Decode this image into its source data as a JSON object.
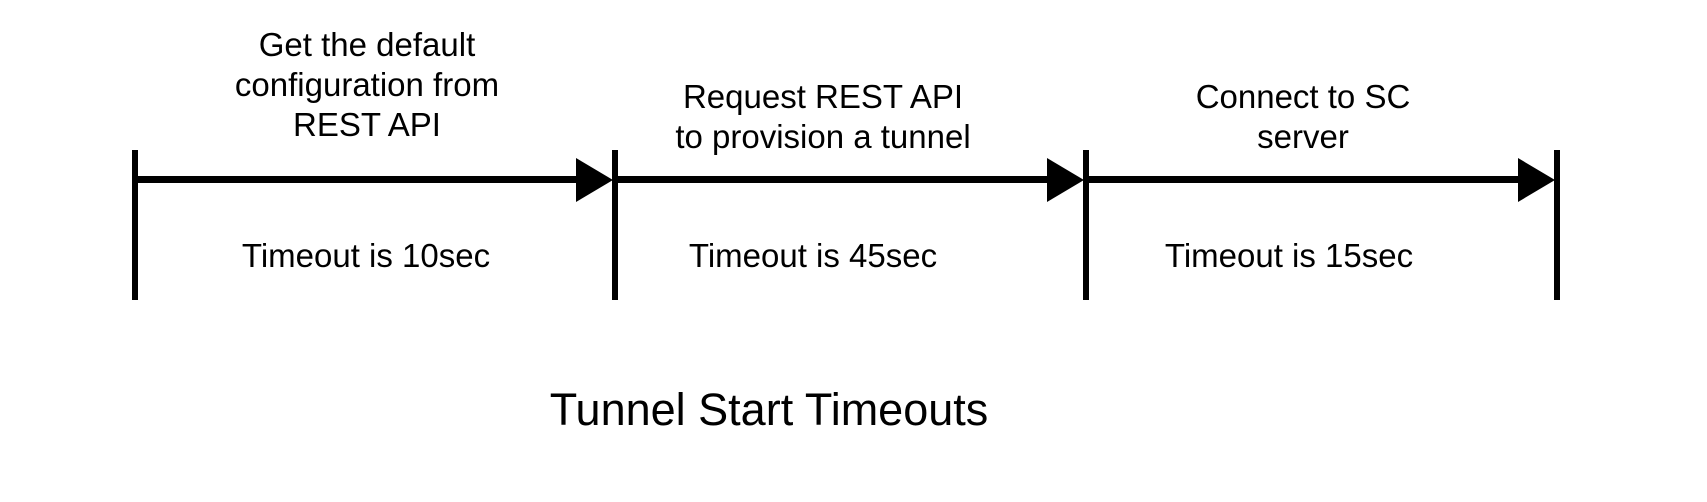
{
  "diagram": {
    "title": "Tunnel Start Timeouts",
    "colors": {
      "ink": "#000000",
      "background": "#ffffff"
    },
    "segments": [
      {
        "label": "Get the default\nconfiguration from\nREST API",
        "timeout": "Timeout is 10sec"
      },
      {
        "label": "Request REST API\nto provision a tunnel",
        "timeout": "Timeout is 45sec"
      },
      {
        "label": "Connect to SC\nserver",
        "timeout": "Timeout is 15sec"
      }
    ]
  }
}
